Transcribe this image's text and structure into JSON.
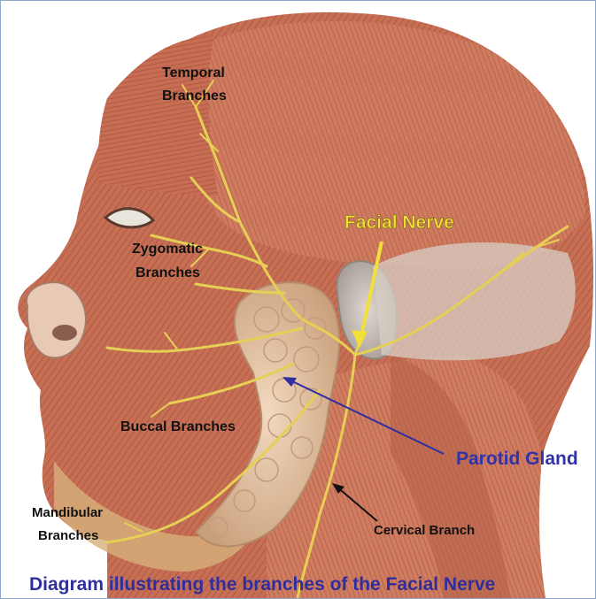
{
  "labels": {
    "temporal_line1": "Temporal",
    "temporal_line2": "Branches",
    "zygomatic_line1": "Zygomatic",
    "zygomatic_line2": "Branches",
    "buccal": "Buccal Branches",
    "mandibular_line1": "Mandibular",
    "mandibular_line2": "Branches",
    "facial_nerve": "Facial Nerve",
    "parotid_gland": "Parotid Gland",
    "cervical_branch": "Cervical Branch"
  },
  "caption": "Diagram illustrating the branches of the Facial Nerve",
  "colors": {
    "muscle": "#c9745a",
    "muscle_dark": "#9c4f3a",
    "skin": "#e7c1a6",
    "nerve": "#e8d35a",
    "gland": "#e8c9a8",
    "facial_nerve_label": "#f2e03a",
    "parotid_label": "#3333a8",
    "caption": "#2e2e9e"
  }
}
